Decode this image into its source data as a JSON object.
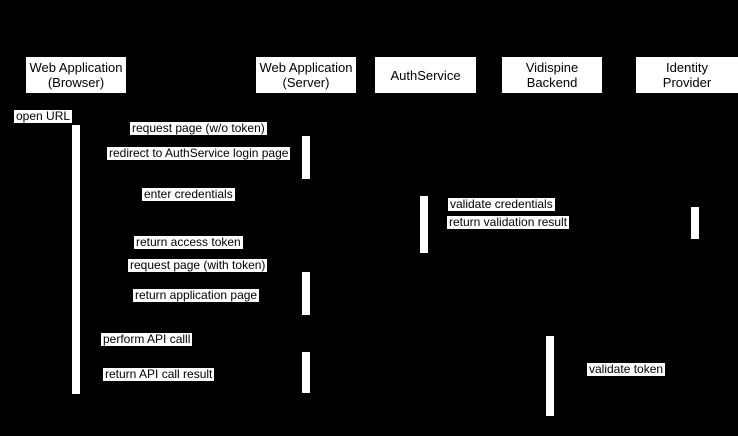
{
  "diagram": {
    "type": "sequence-diagram",
    "background_color": "#000000",
    "participant_box_fill": "#ffffff",
    "participant_text_color": "#000000",
    "activation_bar_color": "#ffffff",
    "message_label_background": "#ffffff",
    "message_label_text_color": "#000000",
    "participants": [
      {
        "label": "Web Application\n(Browser)"
      },
      {
        "label": "Web Application\n(Server)"
      },
      {
        "label": "AuthService"
      },
      {
        "label": "Vidispine\nBackend"
      },
      {
        "label": "Identity\nProvider"
      }
    ],
    "messages": [
      {
        "text": "open URL"
      },
      {
        "text": "request page (w/o token)"
      },
      {
        "text": "redirect to AuthService login page"
      },
      {
        "text": "enter credentials"
      },
      {
        "text": "validate credentials"
      },
      {
        "text": "return validation result"
      },
      {
        "text": "return access token"
      },
      {
        "text": "request page (with token)"
      },
      {
        "text": "return application page"
      },
      {
        "text": "perform API calll"
      },
      {
        "text": "return API call result"
      },
      {
        "text": "validate token"
      }
    ]
  }
}
